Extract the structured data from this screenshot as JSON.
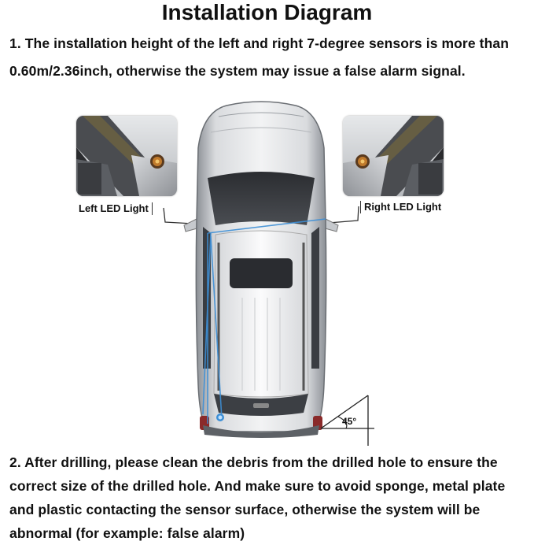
{
  "header": {
    "title": "Installation Diagram"
  },
  "instructions": {
    "step1": "1. The installation height of the left and right 7-degree sensors is more than 0.60m/2.36inch, otherwise the system may issue a false alarm signal.",
    "step2": "2. After drilling, please clean the debris from the drilled hole to ensure the correct size of the drilled hole. And make sure to avoid sponge, metal plate and plastic contacting the sensor surface, otherwise the system will be abnormal (for example: false alarm)"
  },
  "diagram": {
    "left_label": "Left LED Light",
    "right_label": "Right LED Light",
    "angle_label": "45°",
    "car_color": "#c9ccd0",
    "beam_color": "#3d8fd6",
    "led_color": "#b86a2a"
  }
}
